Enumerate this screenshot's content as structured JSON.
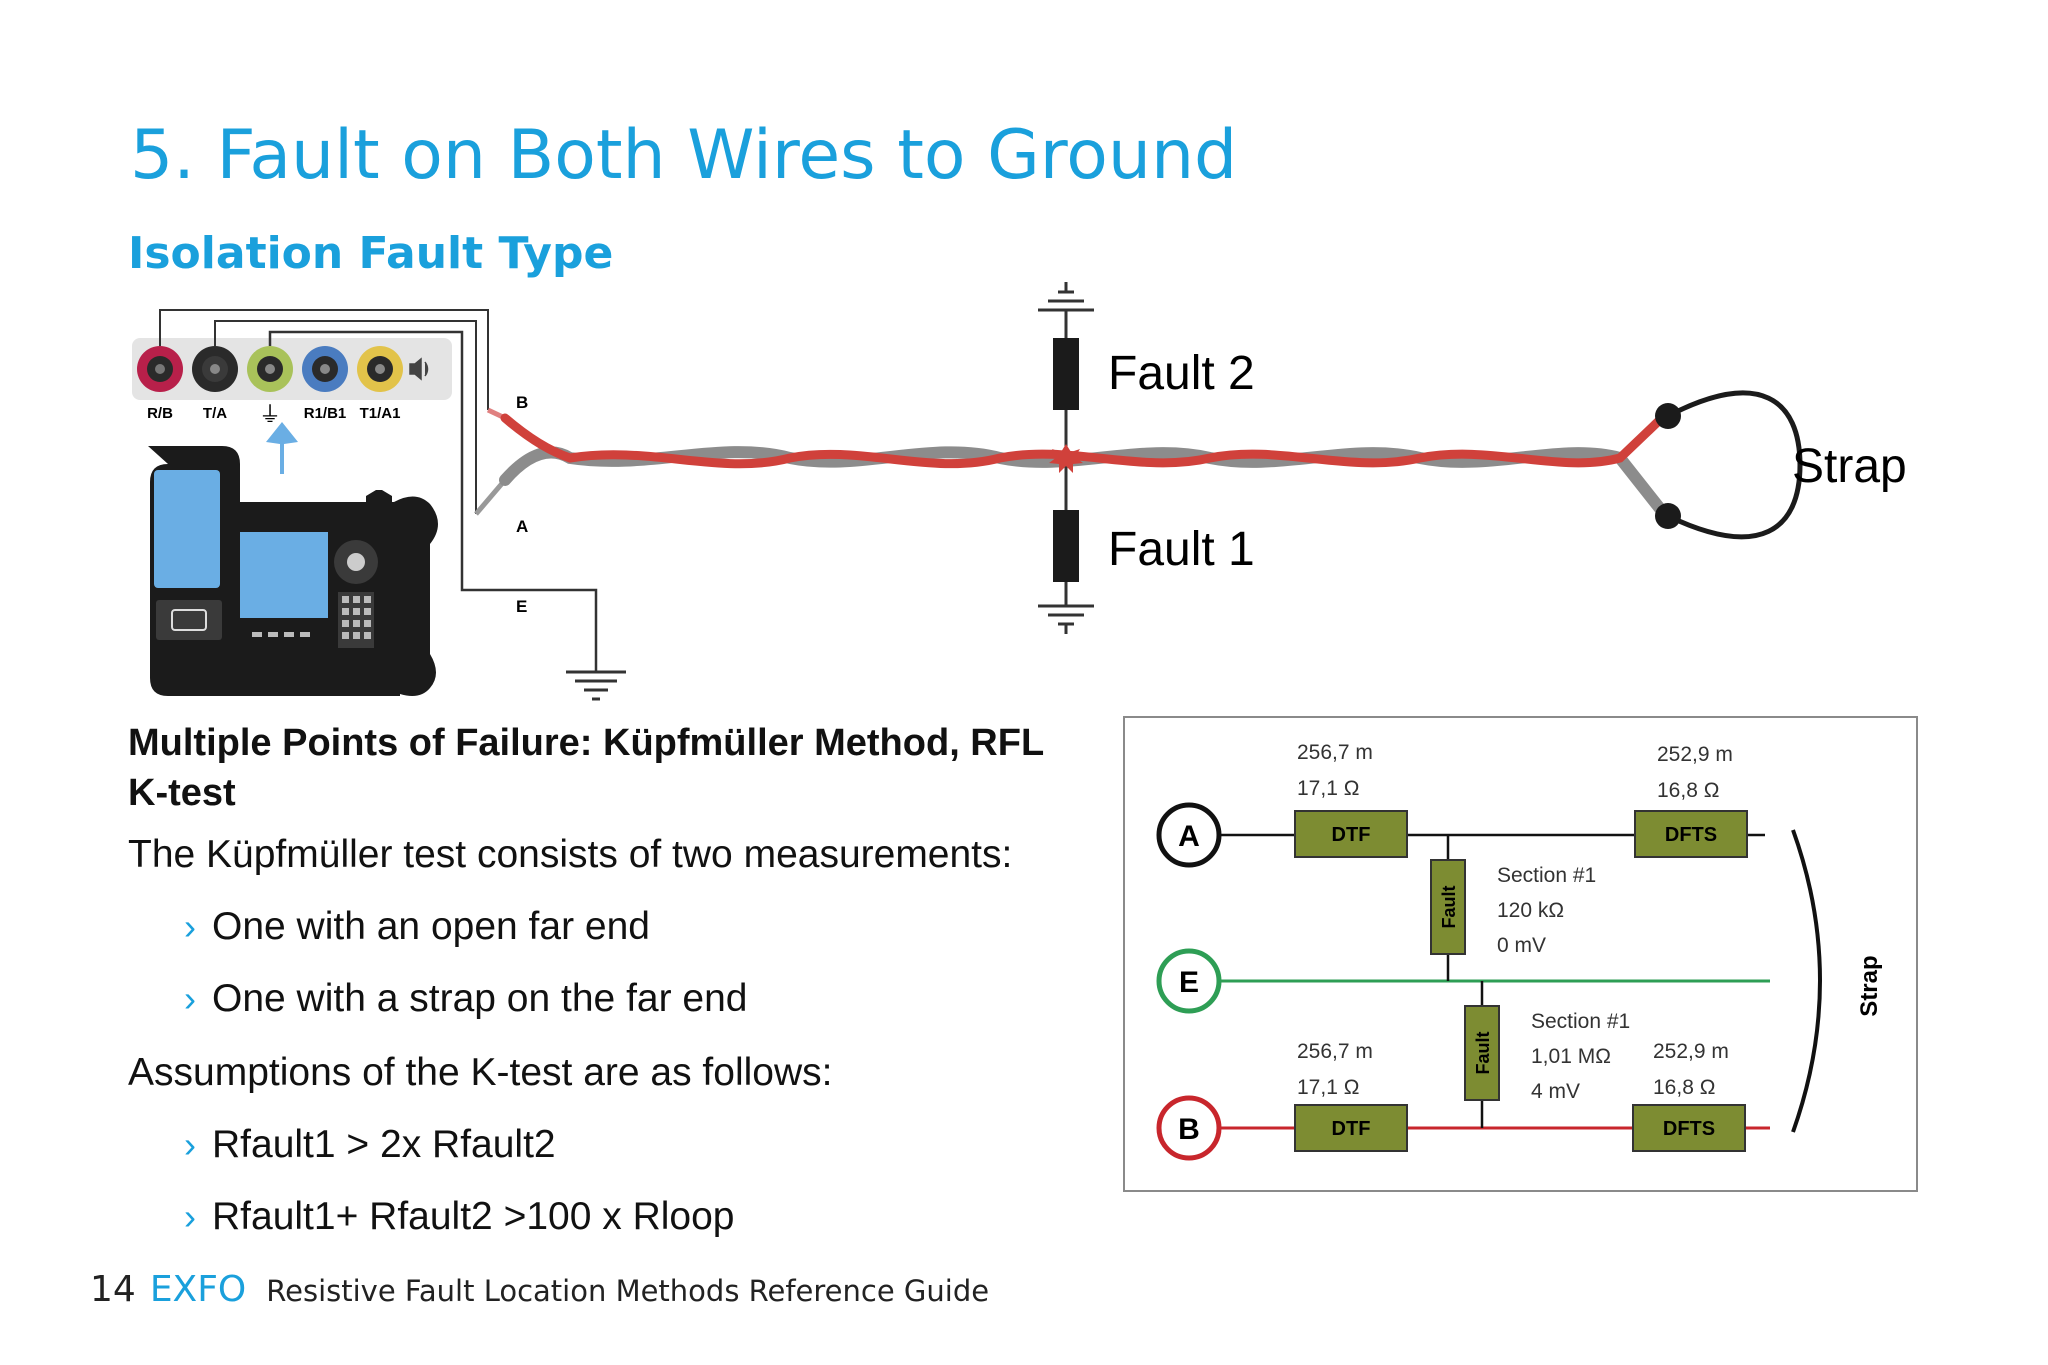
{
  "header": {
    "title": "5. Fault on Both Wires to Ground",
    "subtitle": "Isolation Fault Type"
  },
  "diagram": {
    "connector_labels": [
      "R/B",
      "T/A",
      "⏚",
      "R1/B1",
      "T1/A1"
    ],
    "wire_labels": {
      "b": "B",
      "a": "A",
      "e": "E"
    },
    "fault_labels": {
      "fault2": "Fault 2",
      "fault1": "Fault 1"
    },
    "strap_label": "Strap",
    "colors": {
      "red_wire": "#d0413b",
      "gray_wire": "#8c8c8c",
      "accent": "#1aa0dc"
    }
  },
  "body": {
    "method_heading": "Multiple Points of Failure: Küpfmüller Method, RFL K-test",
    "intro": "The Küpfmüller test consists of two measurements:",
    "measurements": [
      "One with an open far end",
      "One with a strap on the far end"
    ],
    "assumptions_intro": "Assumptions of the K-test are as follows:",
    "assumptions": [
      "Rfault1 > 2x Rfault2",
      "Rfault1+ Rfault2 >100 x Rloop"
    ],
    "bullet_glyph": "›"
  },
  "schematic": {
    "nodes": [
      "A",
      "E",
      "B"
    ],
    "top_left": {
      "distance": "256,7 m",
      "resistance": "17,1 Ω",
      "box": "DTF"
    },
    "top_right": {
      "distance": "252,9 m",
      "resistance": "16,8 Ω",
      "box": "DFTS"
    },
    "top_fault": {
      "box": "Fault",
      "section": "Section #1",
      "resistance": "120 kΩ",
      "voltage": "0 mV"
    },
    "bottom_fault": {
      "box": "Fault",
      "section": "Section #1",
      "resistance": "1,01 MΩ",
      "voltage": "4 mV"
    },
    "bottom_left": {
      "distance": "256,7 m",
      "resistance": "17,1 Ω",
      "box": "DTF"
    },
    "bottom_right": {
      "distance": "252,9 m",
      "resistance": "16,8 Ω",
      "box": "DFTS"
    },
    "strap_label": "Strap",
    "colors": {
      "box_fill": "#7d8c32",
      "a_circle": "#111111",
      "e_circle": "#2e9e55",
      "b_circle": "#c8262c",
      "b_line": "#c8262c",
      "e_line": "#2e9e55"
    }
  },
  "footer": {
    "page_number": "14",
    "brand": "EXFO",
    "guide_title": "Resistive Fault Location Methods Reference Guide"
  }
}
